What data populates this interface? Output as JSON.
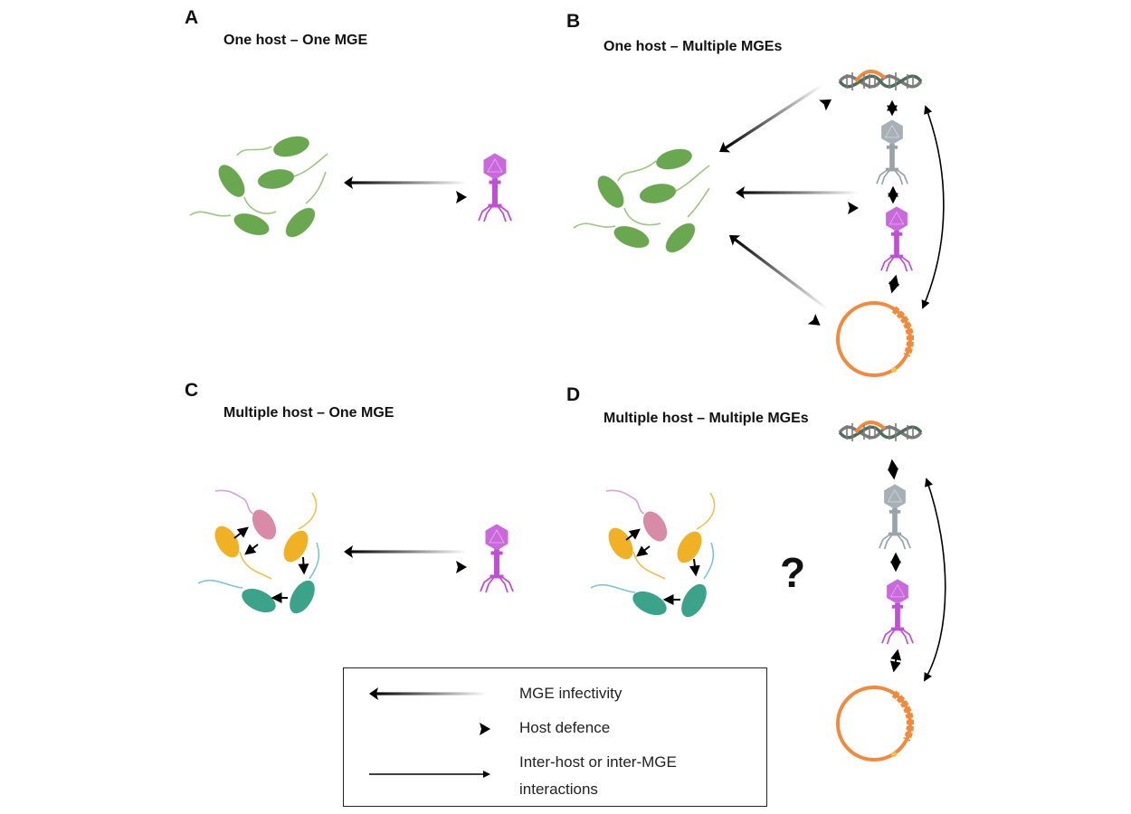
{
  "panels": [
    {
      "letter": "A",
      "title": "One host – One MGE"
    },
    {
      "letter": "B",
      "title": "One host – Multiple MGEs"
    },
    {
      "letter": "C",
      "title": "Multiple host – One MGE"
    },
    {
      "letter": "D",
      "title": "Multiple host – Multiple MGEs"
    }
  ],
  "unknown_mark": "?",
  "legend": {
    "items": [
      {
        "label": "MGE infectivity",
        "symbol": "gradient-solid-arrow-left"
      },
      {
        "label": "Host defence",
        "symbol": "gradient-dashed-arrow-right"
      },
      {
        "label": "Inter-host or inter-MGE interactions",
        "symbol": "thin-arrow-right"
      }
    ],
    "item3_line1": "Inter-host or inter-MGE",
    "item3_line2": "interactions"
  },
  "entities": {
    "host": "bacteria-cluster",
    "mge_types": [
      "plasmid-dna-helix",
      "gray-phage",
      "purple-phage",
      "plasmid-ring"
    ]
  },
  "colors": {
    "bacteria_green": "#6aa84f",
    "bacteria_yellow": "#f1b124",
    "bacteria_pink": "#d98aa6",
    "bacteria_teal": "#3aa38a",
    "phage_purple": "#c04fd6",
    "phage_gray": "#9aa3ab",
    "plasmid_orange": "#f5893a",
    "dna_gray": "#7b7b7b",
    "dna_green": "#4f6e5a"
  }
}
